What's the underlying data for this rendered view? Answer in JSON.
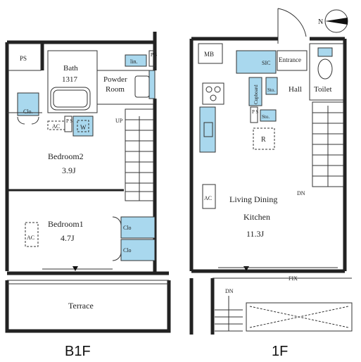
{
  "compass": {
    "label": "N"
  },
  "b1f": {
    "title": "B1F",
    "rooms": {
      "ps": "PS",
      "bath": "Bath",
      "bath_size": "1317",
      "lin": "lin.",
      "ps2": "P\nS",
      "powder": "Powder",
      "powder2": "Room",
      "clo_left": "Clo.",
      "ac_top": "AC",
      "ps3": "P\nS",
      "w": "W",
      "up": "UP",
      "bedroom2": "Bedroom2",
      "bedroom2_size": "3.9J",
      "bedroom1": "Bedroom1",
      "bedroom1_size": "4.7J",
      "ac_bed1": "AC",
      "clo1": "Clo",
      "clo2": "Clo",
      "terrace": "Terrace"
    }
  },
  "f1": {
    "title": "1F",
    "rooms": {
      "mb": "MB",
      "sic": "SIC",
      "entrance": "Entrance",
      "hall": "Hall",
      "toilet": "Toilet",
      "cupboard": "Cupboard",
      "sto1": "Sto.",
      "sto2": "Sto.",
      "ps": "P\nS",
      "r": "R",
      "ac": "AC",
      "ldk1": "Living Dining",
      "ldk2": "Kitchen",
      "ldk_size": "11.3J",
      "dn1": "DN",
      "dn2": "DN",
      "fix": "FIX"
    }
  }
}
